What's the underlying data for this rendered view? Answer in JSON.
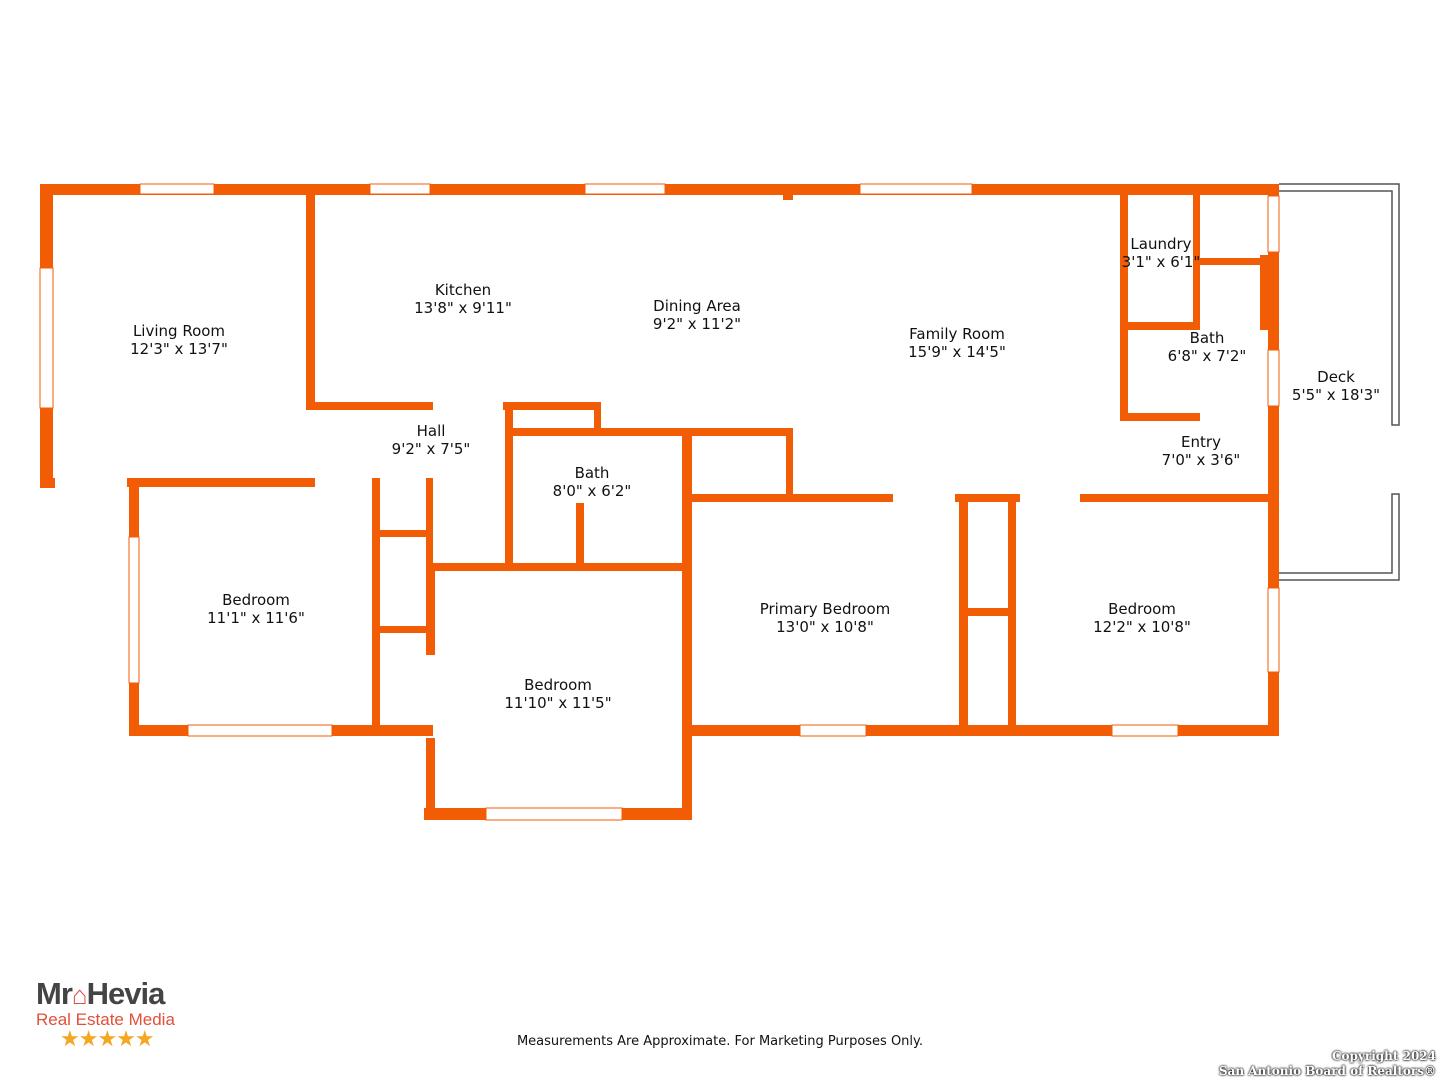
{
  "rooms": [
    {
      "name": "Living Room",
      "dim": "12'3\" x 13'7\""
    },
    {
      "name": "Kitchen",
      "dim": "13'8\" x 9'11\""
    },
    {
      "name": "Dining Area",
      "dim": "9'2\" x 11'2\""
    },
    {
      "name": "Family Room",
      "dim": "15'9\" x 14'5\""
    },
    {
      "name": "Laundry",
      "dim": "3'1\" x 6'1\""
    },
    {
      "name": "Bath",
      "dim": "6'8\" x 7'2\""
    },
    {
      "name": "Deck",
      "dim": "5'5\" x 18'3\""
    },
    {
      "name": "Entry",
      "dim": "7'0\" x 3'6\""
    },
    {
      "name": "Hall",
      "dim": "9'2\" x 7'5\""
    },
    {
      "name": "Bath",
      "dim": "8'0\" x 6'2\""
    },
    {
      "name": "Bedroom",
      "dim": "11'1\" x 11'6\""
    },
    {
      "name": "Bedroom",
      "dim": "11'10\" x 11'5\""
    },
    {
      "name": "Primary Bedroom",
      "dim": "13'0\" x 10'8\""
    },
    {
      "name": "Bedroom",
      "dim": "12'2\" x 10'8\""
    }
  ],
  "disclaimer": "Measurements Are Approximate. For Marketing Purposes Only.",
  "copyright": {
    "line1": "Copyright 2024",
    "line2": "San Antonio Board of Realtors®"
  },
  "logo": {
    "brand_a": "Mr",
    "brand_b": "Hevia",
    "tagline": "Real Estate Media",
    "stars": "★★★★★"
  },
  "colors": {
    "wall": "#F25C05",
    "logo_red": "#E0503A",
    "star": "#F5A623"
  }
}
